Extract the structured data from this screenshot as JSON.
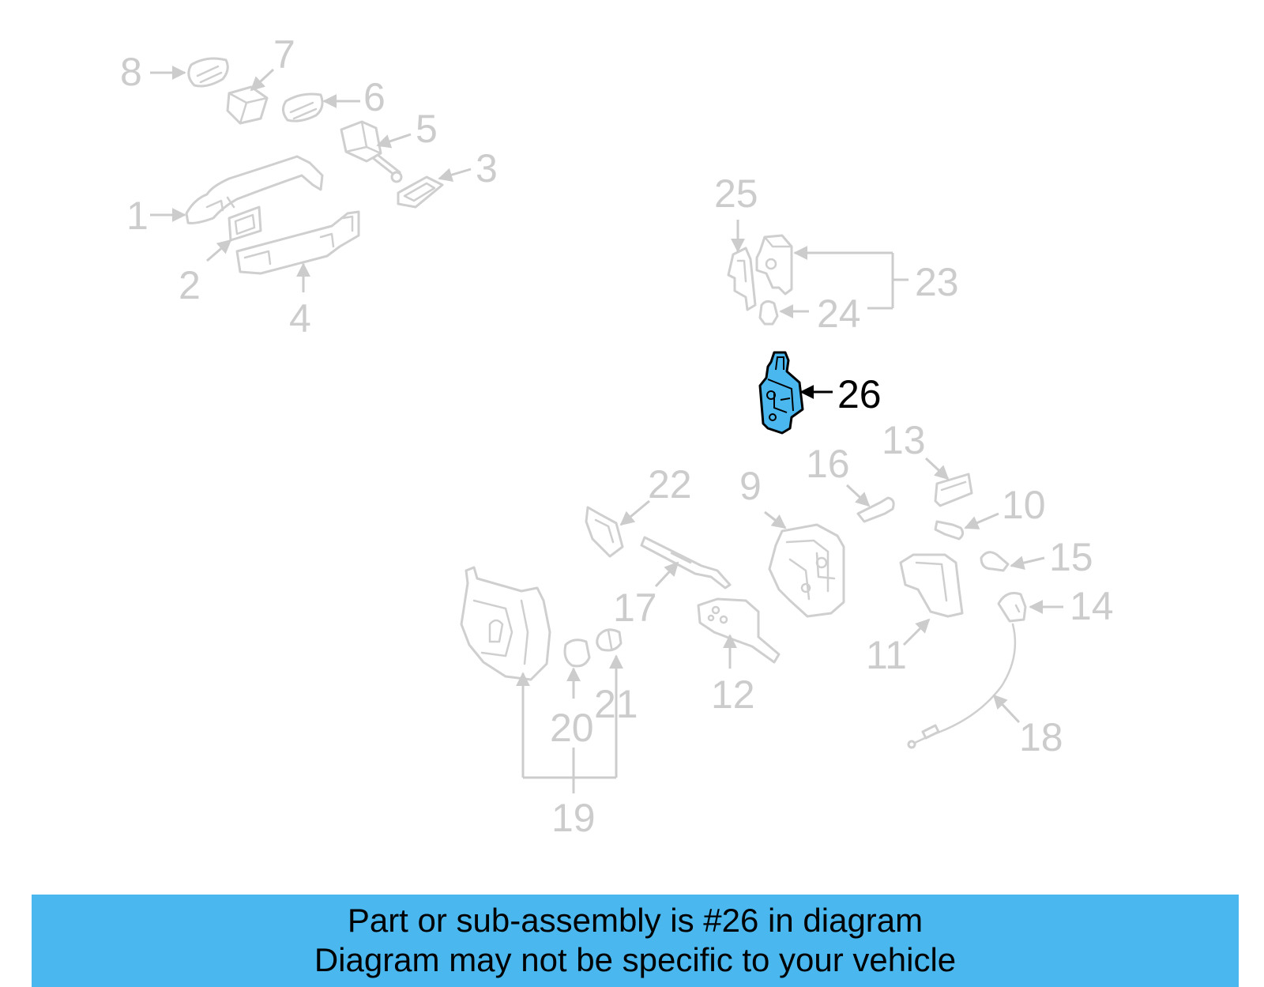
{
  "diagram": {
    "callouts": [
      "1",
      "2",
      "3",
      "4",
      "5",
      "6",
      "7",
      "8",
      "9",
      "10",
      "11",
      "12",
      "13",
      "14",
      "15",
      "16",
      "17",
      "18",
      "19",
      "20",
      "21",
      "22",
      "23",
      "24",
      "25"
    ],
    "highlighted_callout": "26",
    "colors": {
      "highlight": "#4ab8ef",
      "callout_gray": "#cccccc",
      "part_gray": "#cfcfcf",
      "banner": "#4ab8ef"
    }
  },
  "banner": {
    "line1": "Part or sub-assembly is #26 in diagram",
    "line2": "Diagram may not be specific to your vehicle"
  }
}
